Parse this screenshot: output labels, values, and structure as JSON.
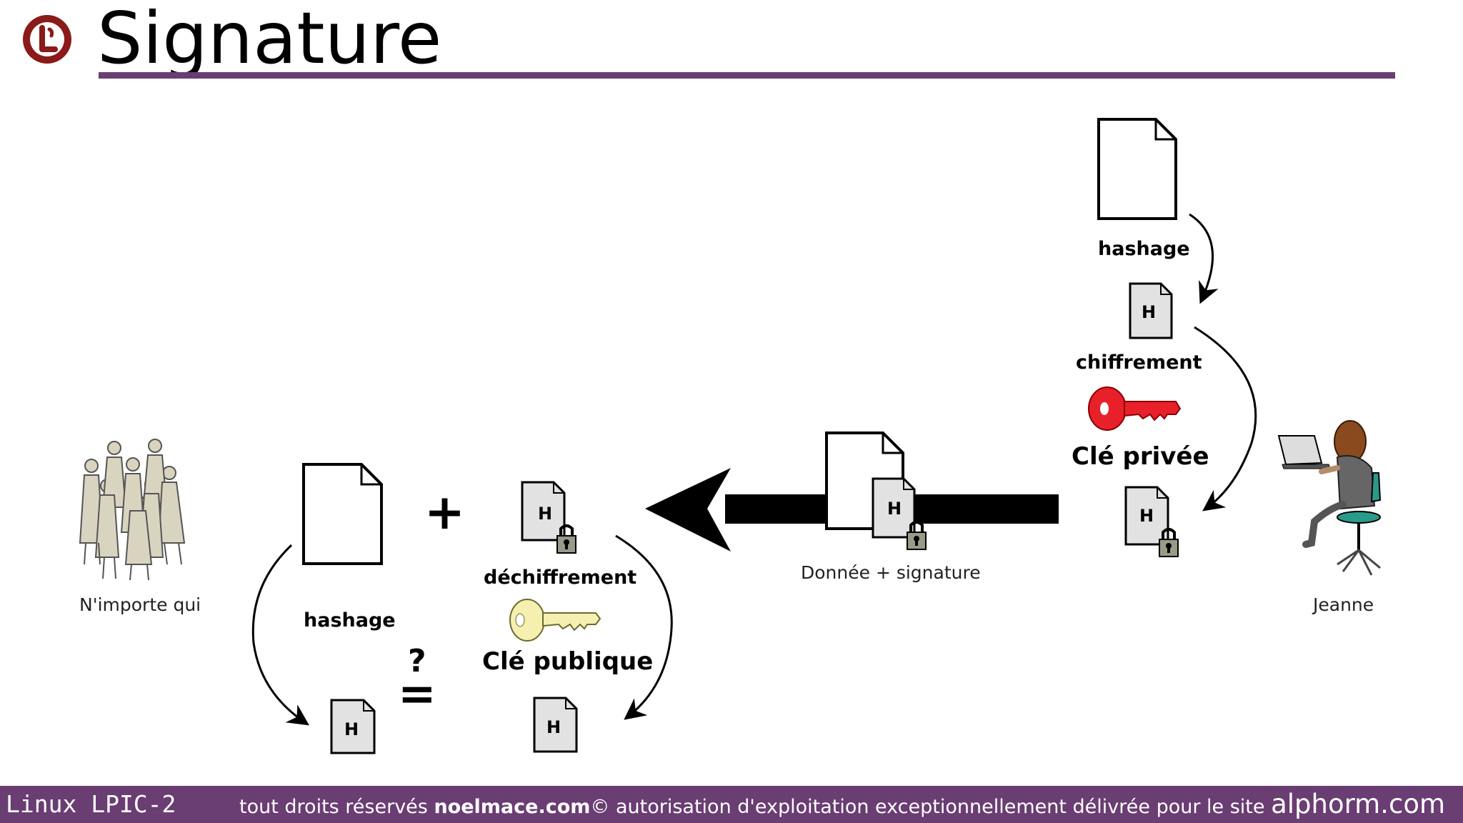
{
  "title": "Signature",
  "labels": {
    "jeanne_hashage": "hashage",
    "jeanne_chiffrement": "chiffrement",
    "cle_privee": "Clé privée",
    "donnee_signature": "Donnée + signature",
    "jeanne": "Jeanne",
    "nimporte_qui": "N'importe qui",
    "recv_hashage": "hashage",
    "dechiffrement": "déchiffrement",
    "cle_publique": "Clé publique",
    "plus": "+",
    "question": "?",
    "equals": "=",
    "hash_letter": "H"
  },
  "footer": {
    "course": "Linux LPIC-2",
    "rights_prefix": "tout droits réservés ",
    "author": "noelmace.com",
    "rights_suffix": "© autorisation d'exploitation exceptionnellement délivrée pour le site ",
    "site": "alphorm.com"
  },
  "icons": {
    "logo": "lpi-logo-icon",
    "private_key": "red-key-icon",
    "public_key": "yellow-key-icon",
    "person": "person-at-laptop-icon",
    "crowd": "crowd-icon"
  },
  "colors": {
    "accent": "#6a3d73",
    "private_key": "#e8202a",
    "public_key": "#f5f0b0",
    "logo": "#8b1a1a"
  }
}
